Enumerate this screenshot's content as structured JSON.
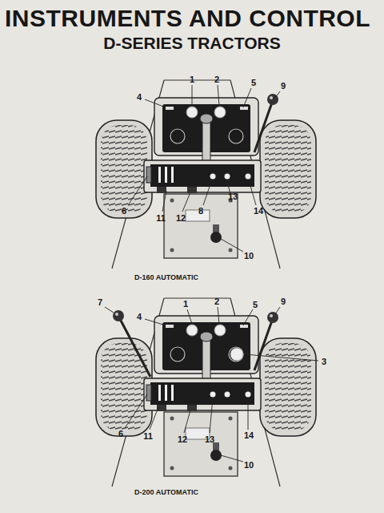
{
  "diagram": {
    "title": "INSTRUMENTS AND CONTROL",
    "labels": [
      "D-SERIES TRACTORS",
      "1",
      "2",
      "4",
      "5",
      "9",
      "6",
      "11",
      "12",
      "8",
      "13",
      "14",
      "10",
      "D-160 AUTOMATIC",
      "7",
      "4",
      "1",
      "2",
      "5",
      "9",
      "3",
      "6",
      "11",
      "12",
      "13",
      "14",
      "10",
      "D-200 AUTOMATIC"
    ]
  }
}
